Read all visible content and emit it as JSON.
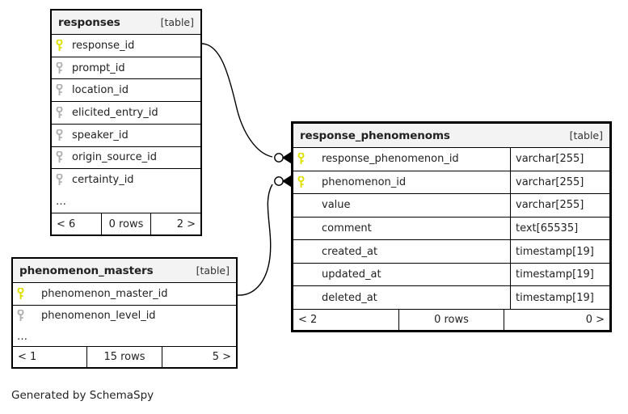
{
  "diagram": {
    "caption": "Generated by SchemaSpy",
    "table_tag": "[table]",
    "ellipsis": "…",
    "key_icon_primary": "key-icon-primary",
    "key_icon_foreign": "key-icon-foreign",
    "colors": {
      "primary_key": "#e8e800",
      "foreign_key": "#b0b0b0",
      "header_background": "#f3f3f3",
      "border": "#000000",
      "background": "#ffffff",
      "text": "#222222"
    }
  },
  "tables": [
    {
      "id": "responses",
      "name": "responses",
      "tag": "[table]",
      "columns": [
        {
          "name": "response_id",
          "key": "primary",
          "type": ""
        },
        {
          "name": "prompt_id",
          "key": "foreign",
          "type": ""
        },
        {
          "name": "location_id",
          "key": "foreign",
          "type": ""
        },
        {
          "name": "elicited_entry_id",
          "key": "foreign",
          "type": ""
        },
        {
          "name": "speaker_id",
          "key": "foreign",
          "type": ""
        },
        {
          "name": "origin_source_id",
          "key": "foreign",
          "type": ""
        },
        {
          "name": "certainty_id",
          "key": "foreign",
          "type": ""
        }
      ],
      "has_ellipsis": true,
      "footer": {
        "prev": "< 6",
        "rows": "0 rows",
        "next": "2 >"
      }
    },
    {
      "id": "phenomenon_masters",
      "name": "phenomenon_masters",
      "tag": "[table]",
      "columns": [
        {
          "name": "phenomenon_master_id",
          "key": "primary",
          "type": ""
        },
        {
          "name": "phenomenon_level_id",
          "key": "foreign",
          "type": ""
        }
      ],
      "has_ellipsis": true,
      "footer": {
        "prev": "< 1",
        "rows": "15 rows",
        "next": "5 >"
      }
    },
    {
      "id": "response_phenomenoms",
      "name": "response_phenomenoms",
      "tag": "[table]",
      "columns": [
        {
          "name": "response_phenomenon_id",
          "key": "primary",
          "type": "varchar[255]"
        },
        {
          "name": "phenomenon_id",
          "key": "primary",
          "type": "varchar[255]"
        },
        {
          "name": "value",
          "key": "none",
          "type": "varchar[255]"
        },
        {
          "name": "comment",
          "key": "none",
          "type": "text[65535]"
        },
        {
          "name": "created_at",
          "key": "none",
          "type": "timestamp[19]"
        },
        {
          "name": "updated_at",
          "key": "none",
          "type": "timestamp[19]"
        },
        {
          "name": "deleted_at",
          "key": "none",
          "type": "timestamp[19]"
        }
      ],
      "has_ellipsis": false,
      "footer": {
        "prev": "< 2",
        "rows": "0 rows",
        "next": "0 >"
      }
    }
  ],
  "relationships": [
    {
      "id": "responses-to-response_phenomenoms",
      "from_table": "responses",
      "from_column": "response_id",
      "to_table": "response_phenomenoms",
      "to_column": "response_phenomenon_id",
      "notation": "zero-or-many"
    },
    {
      "id": "phenomenon_masters-to-response_phenomenoms",
      "from_table": "phenomenon_masters",
      "from_column": "phenomenon_master_id",
      "to_table": "response_phenomenoms",
      "to_column": "phenomenon_id",
      "notation": "zero-or-many"
    }
  ]
}
